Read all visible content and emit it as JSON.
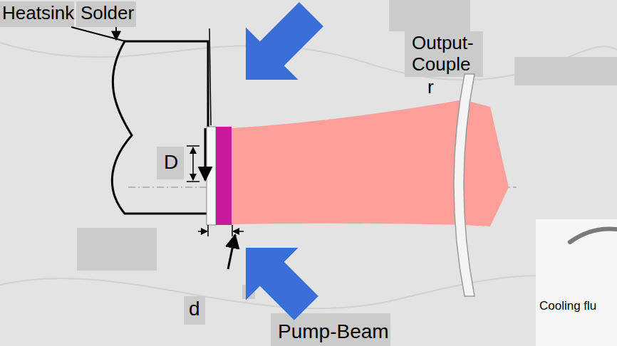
{
  "diagram": {
    "labels": [
      "Heatsink",
      "Solder",
      "Output-Couple",
      "r",
      "D",
      "d",
      "Pump-Beam",
      "Cooling flu"
    ]
  }
}
